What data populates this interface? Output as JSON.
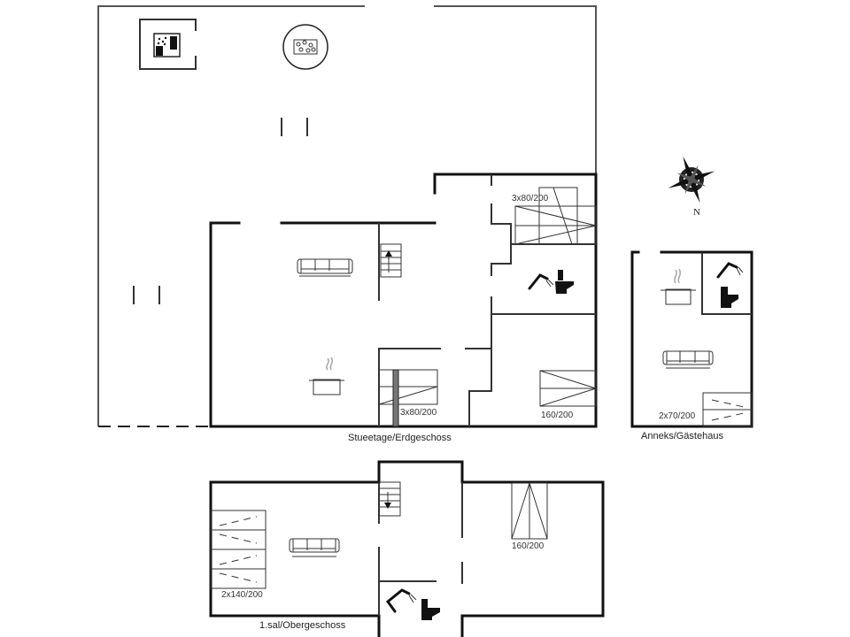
{
  "floors": {
    "ground": {
      "label": "Stueetage/Erdgeschoss"
    },
    "upper": {
      "label": "1.sal/Obergeschoss"
    },
    "annex": {
      "label": "Anneks/Gästehaus"
    }
  },
  "beds": {
    "ground_triple_top": "3x80/200",
    "ground_triple_bottom": "3x80/200",
    "ground_double": "160/200",
    "annex_twin": "2x70/200",
    "upper_twin": "2x140/200",
    "upper_double": "160/200"
  },
  "compass": {
    "north_label": "N"
  },
  "icons": {
    "sauna": "sauna-icon",
    "hot_tub": "spa-icon",
    "sofa": "sofa-icon",
    "kitchen": "cooking-pot-icon",
    "shower": "shower-icon",
    "toilet": "toilet-icon",
    "stairs": "stairs-icon",
    "compass": "compass-rose-icon"
  }
}
